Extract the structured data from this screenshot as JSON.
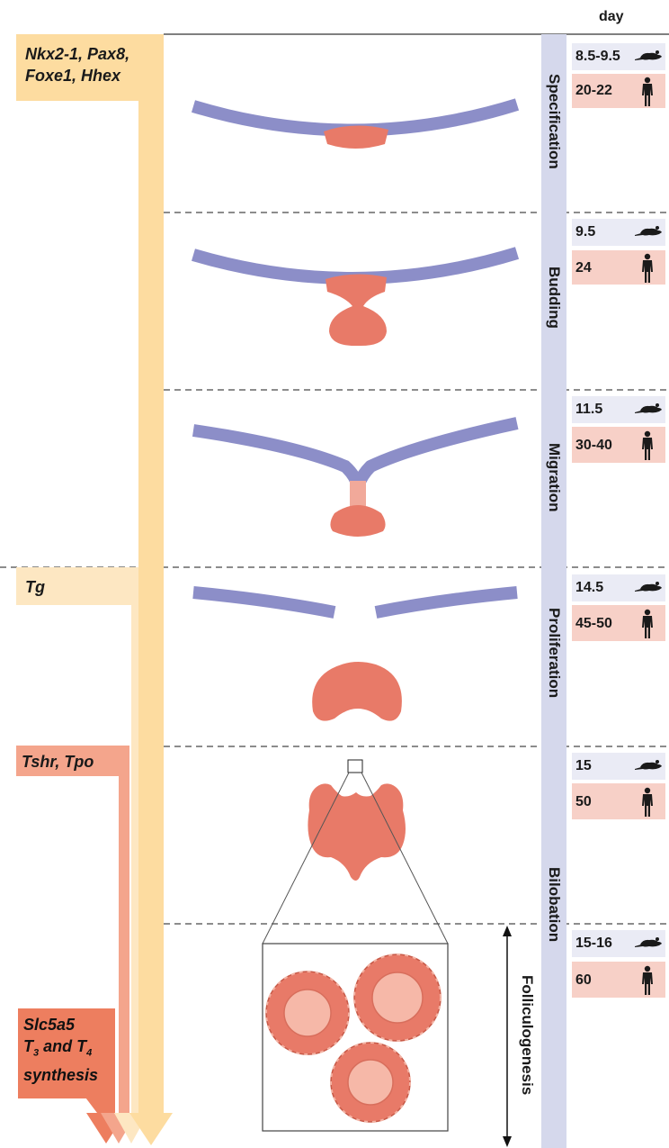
{
  "header": {
    "day_label": "day"
  },
  "genes": [
    {
      "line1": "Nkx2-1, Pax8,",
      "line2": "Foxe1, Hhex"
    },
    {
      "line1": "Tg"
    },
    {
      "line1": "Tshr, Tpo"
    },
    {
      "line1": "Slc5a5",
      "line2a": "T",
      "sub3": "3",
      "line2b": " and T",
      "sub4": "4",
      "line3": "synthesis"
    }
  ],
  "stages": [
    "Specification",
    "Budding",
    "Migration",
    "Proliferation",
    "Bilobation"
  ],
  "side_label": "Folliculogenesis",
  "days": [
    {
      "mouse": "8.5-9.5",
      "human": "20-22"
    },
    {
      "mouse": "9.5",
      "human": "24"
    },
    {
      "mouse": "11.5",
      "human": "30-40"
    },
    {
      "mouse": "14.5",
      "human": "45-50"
    },
    {
      "mouse": "15",
      "human": "50"
    },
    {
      "mouse": "15-16",
      "human": "60"
    }
  ],
  "colors": {
    "epithelium": "#8c8ec8",
    "thyroid": "#e87a68",
    "thyroid_light": "#f1a99a",
    "stage_bar": "#d5d8ec",
    "mouse_row": "#eaebf5",
    "human_row": "#f7d0c7",
    "gene1": "#fddca0",
    "gene2": "#fde7c2",
    "gene3": "#f4a58c",
    "gene4": "#ed7e5f"
  },
  "icons": [
    "mouse-icon",
    "human-icon",
    "double-arrow-icon"
  ]
}
